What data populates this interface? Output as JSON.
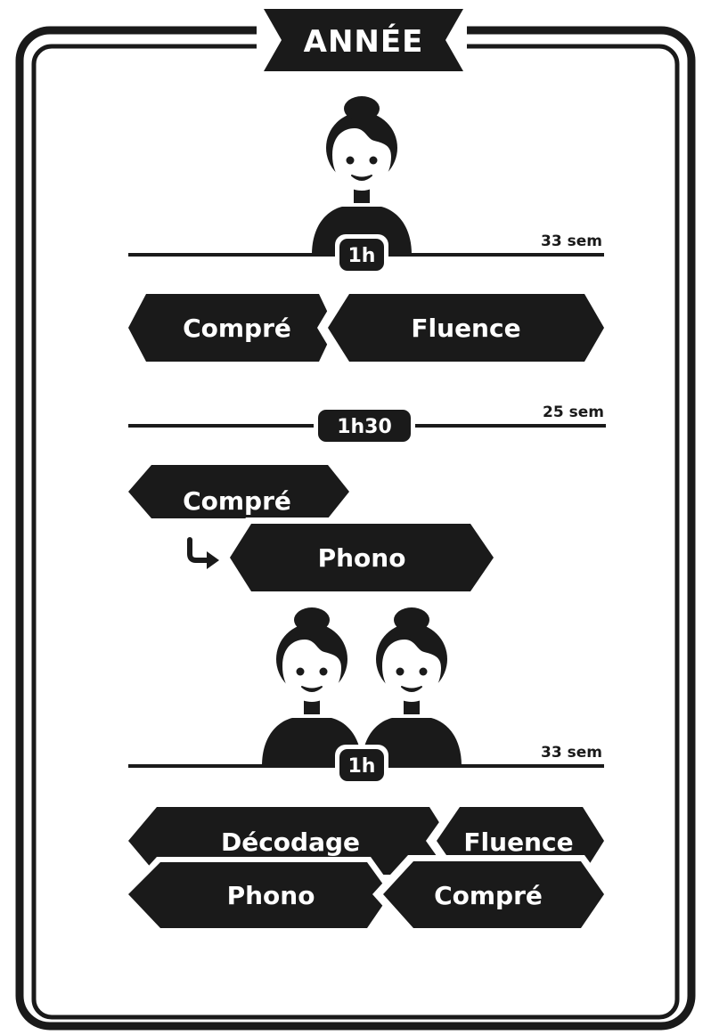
{
  "banner": {
    "title": "ANNÉE"
  },
  "colors": {
    "ink": "#1a1a1a",
    "paper": "#ffffff"
  },
  "sections": [
    {
      "icon": "teacher-icon",
      "teachers": 1,
      "duration": "1h",
      "weeks": "33 sem",
      "modules": [
        "Compré",
        "Fluence"
      ]
    },
    {
      "duration": "1h30",
      "weeks": "25 sem",
      "modules": [
        "Compré",
        "Phono"
      ],
      "connector_icon": "arrow-down-right-icon"
    },
    {
      "icon": "teacher-icon",
      "teachers": 2,
      "duration": "1h",
      "weeks": "33 sem",
      "modules": [
        "Décodage",
        "Fluence",
        "Phono",
        "Compré"
      ]
    }
  ]
}
